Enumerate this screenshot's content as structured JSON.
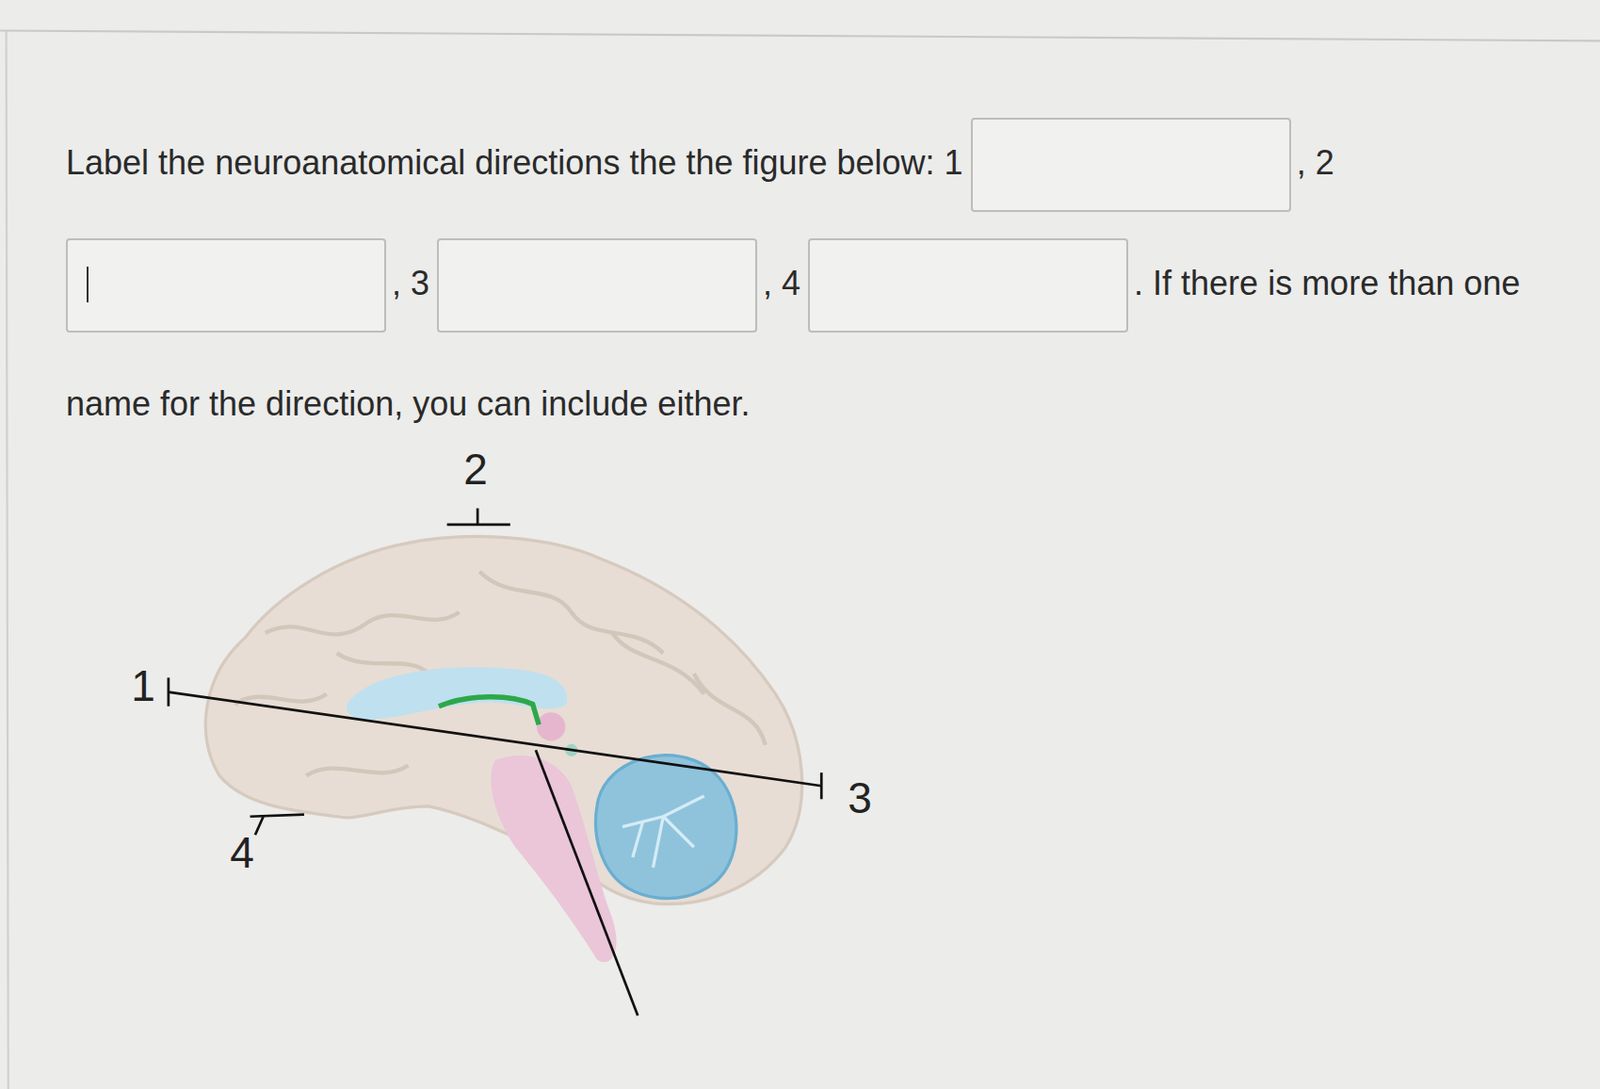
{
  "diagram": {
    "labels": [
      "Label the neuroanatomical directions the the figure below: 1",
      ", 2",
      ", 3",
      ", 4",
      ". If there is more than one name for the direction, you can include either.",
      "2",
      "1",
      "3",
      "4"
    ]
  }
}
